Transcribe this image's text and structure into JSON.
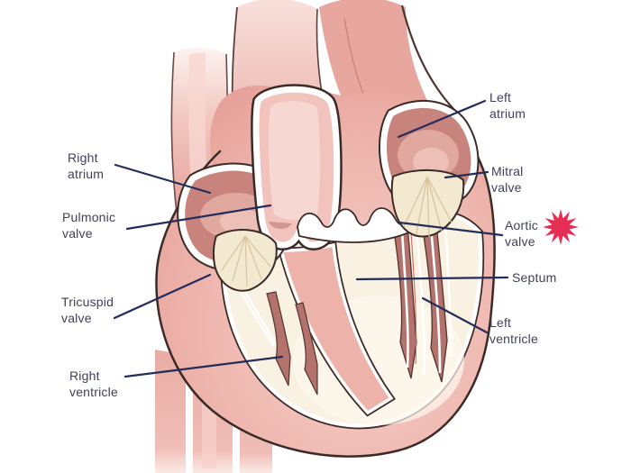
{
  "diagram": {
    "subject": "Cross-section anatomy of the human heart",
    "labels": [
      {
        "id": "right-atrium",
        "lines": [
          "Right",
          "atrium"
        ]
      },
      {
        "id": "pulmonic-valve",
        "lines": [
          "Pulmonic",
          "valve"
        ]
      },
      {
        "id": "tricuspid-valve",
        "lines": [
          "Tricuspid",
          "valve"
        ]
      },
      {
        "id": "right-ventricle",
        "lines": [
          "Right",
          "ventricle"
        ]
      },
      {
        "id": "left-atrium",
        "lines": [
          "Left",
          "atrium"
        ]
      },
      {
        "id": "mitral-valve",
        "lines": [
          "Mitral",
          "valve"
        ]
      },
      {
        "id": "aortic-valve",
        "lines": [
          "Aortic",
          "valve"
        ]
      },
      {
        "id": "septum",
        "lines": [
          "Septum"
        ]
      },
      {
        "id": "left-ventricle",
        "lines": [
          "Left",
          "ventricle"
        ]
      }
    ],
    "marker": {
      "name": "starburst",
      "attached_to": "Aortic valve",
      "color": "#e62e55"
    },
    "colors": {
      "label_text": "#40415a",
      "leader_line": "#232c5a",
      "starburst": "#e62e55",
      "heart_wall_pink": "#eeb5ad",
      "chamber_rose": "#c9837d",
      "valve_cream": "#f3e9d1",
      "cavity_cream": "#f9f1e1",
      "outline_dark": "#3a2b28"
    }
  }
}
